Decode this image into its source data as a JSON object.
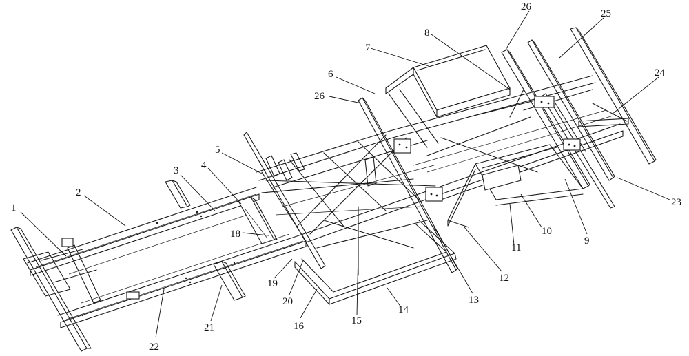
{
  "callouts": [
    {
      "id": "c1",
      "text": "1"
    },
    {
      "id": "c2",
      "text": "2"
    },
    {
      "id": "c3",
      "text": "3"
    },
    {
      "id": "c4",
      "text": "4"
    },
    {
      "id": "c5",
      "text": "5"
    },
    {
      "id": "c6",
      "text": "6"
    },
    {
      "id": "c7",
      "text": "7"
    },
    {
      "id": "c8",
      "text": "8"
    },
    {
      "id": "c9",
      "text": "9"
    },
    {
      "id": "c10",
      "text": "10"
    },
    {
      "id": "c11",
      "text": "11"
    },
    {
      "id": "c12",
      "text": "12"
    },
    {
      "id": "c13",
      "text": "13"
    },
    {
      "id": "c14",
      "text": "14"
    },
    {
      "id": "c15",
      "text": "15"
    },
    {
      "id": "c16",
      "text": "16"
    },
    {
      "id": "c18",
      "text": "18"
    },
    {
      "id": "c19",
      "text": "19"
    },
    {
      "id": "c20",
      "text": "20"
    },
    {
      "id": "c21",
      "text": "21"
    },
    {
      "id": "c22",
      "text": "22"
    },
    {
      "id": "c23",
      "text": "23"
    },
    {
      "id": "c24",
      "text": "24"
    },
    {
      "id": "c25",
      "text": "25"
    },
    {
      "id": "c26a",
      "text": "26"
    },
    {
      "id": "c26b",
      "text": "26"
    }
  ]
}
